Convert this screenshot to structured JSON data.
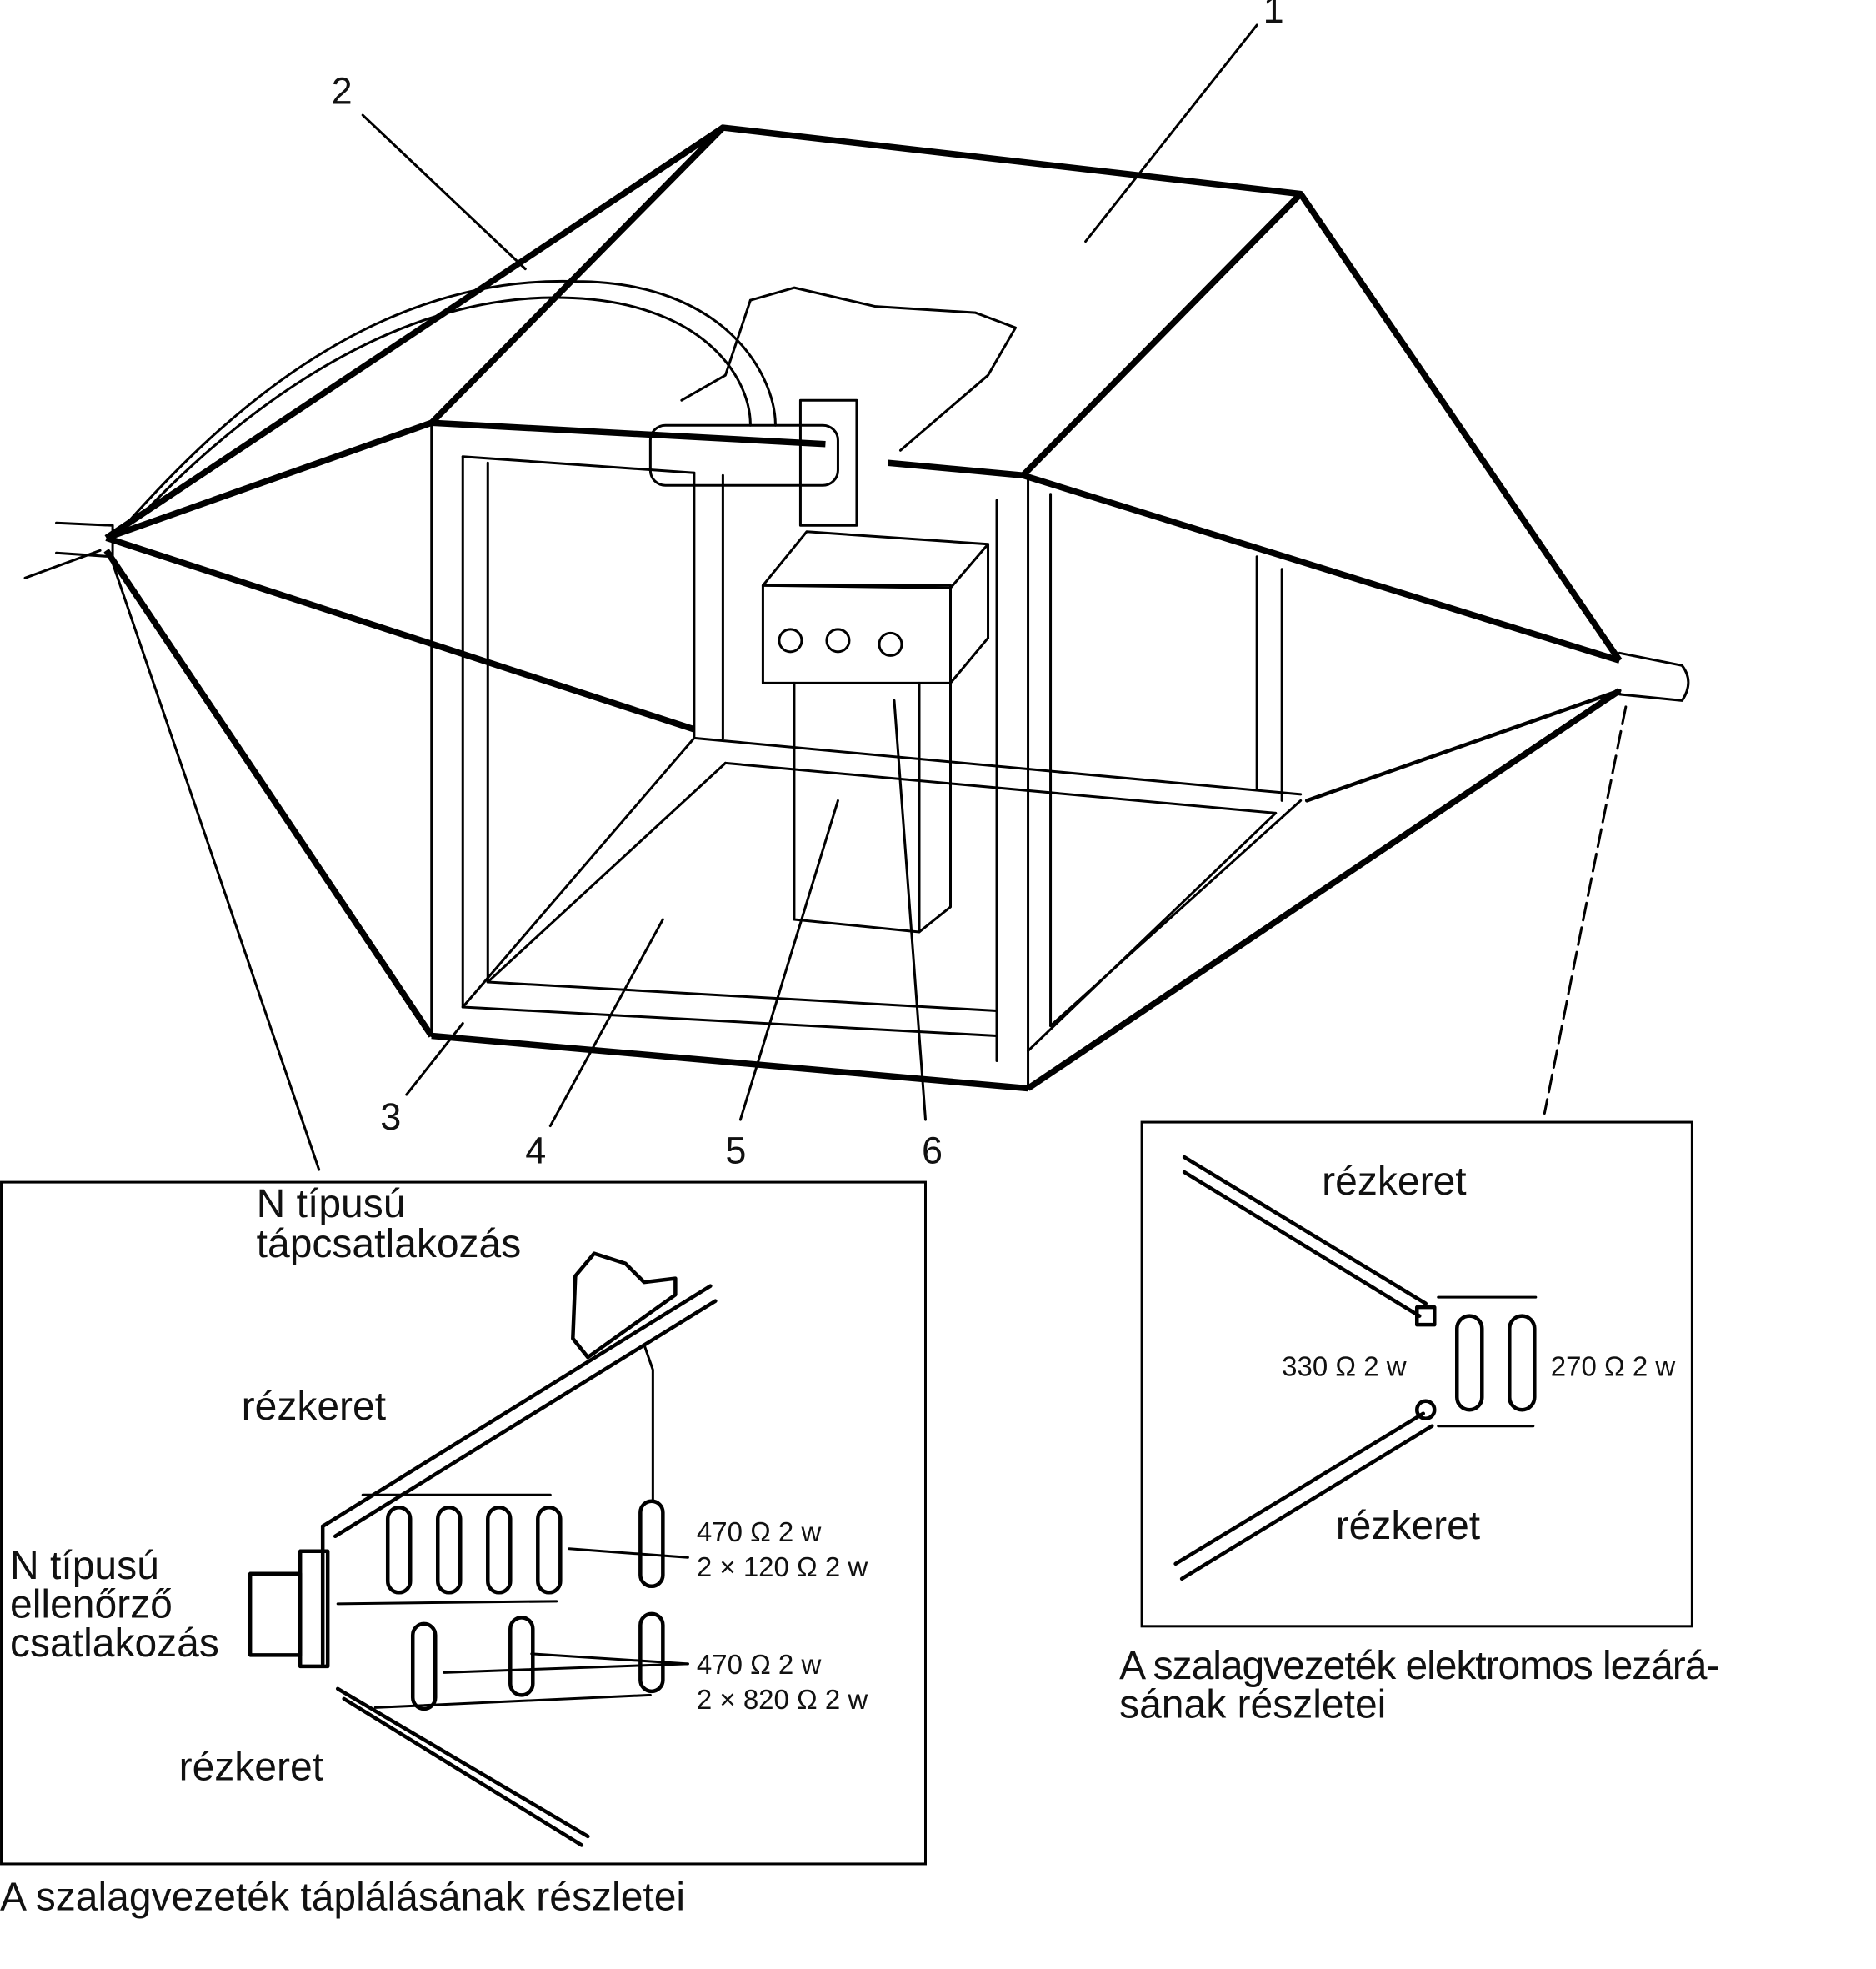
{
  "callouts": [
    "1",
    "2",
    "3",
    "4",
    "5",
    "6"
  ],
  "feed_detail": {
    "n_type_supply_connector": [
      "N típusú",
      "tápcsatlakozás"
    ],
    "frame_top": "rézkeret",
    "n_type_monitor_connector": [
      "N típusú",
      "ellenőrző",
      "csatlakozás"
    ],
    "resistors_group_1": [
      "470 Ω 2 w",
      "2 × 120 Ω 2 w"
    ],
    "resistors_group_2": [
      "470 Ω 2 w",
      "2 × 820 Ω 2 w"
    ],
    "frame_bottom": "rézkeret",
    "caption": "A szalagvezeték táplálásának részletei"
  },
  "termination_detail": {
    "frame_top": "rézkeret",
    "resistor_left": "330 Ω 2 w",
    "resistor_right": "270 Ω 2 w",
    "frame_bottom": "rézkeret",
    "caption": [
      "A szalagvezeték elektromos lezárá-",
      "sának részletei"
    ]
  }
}
